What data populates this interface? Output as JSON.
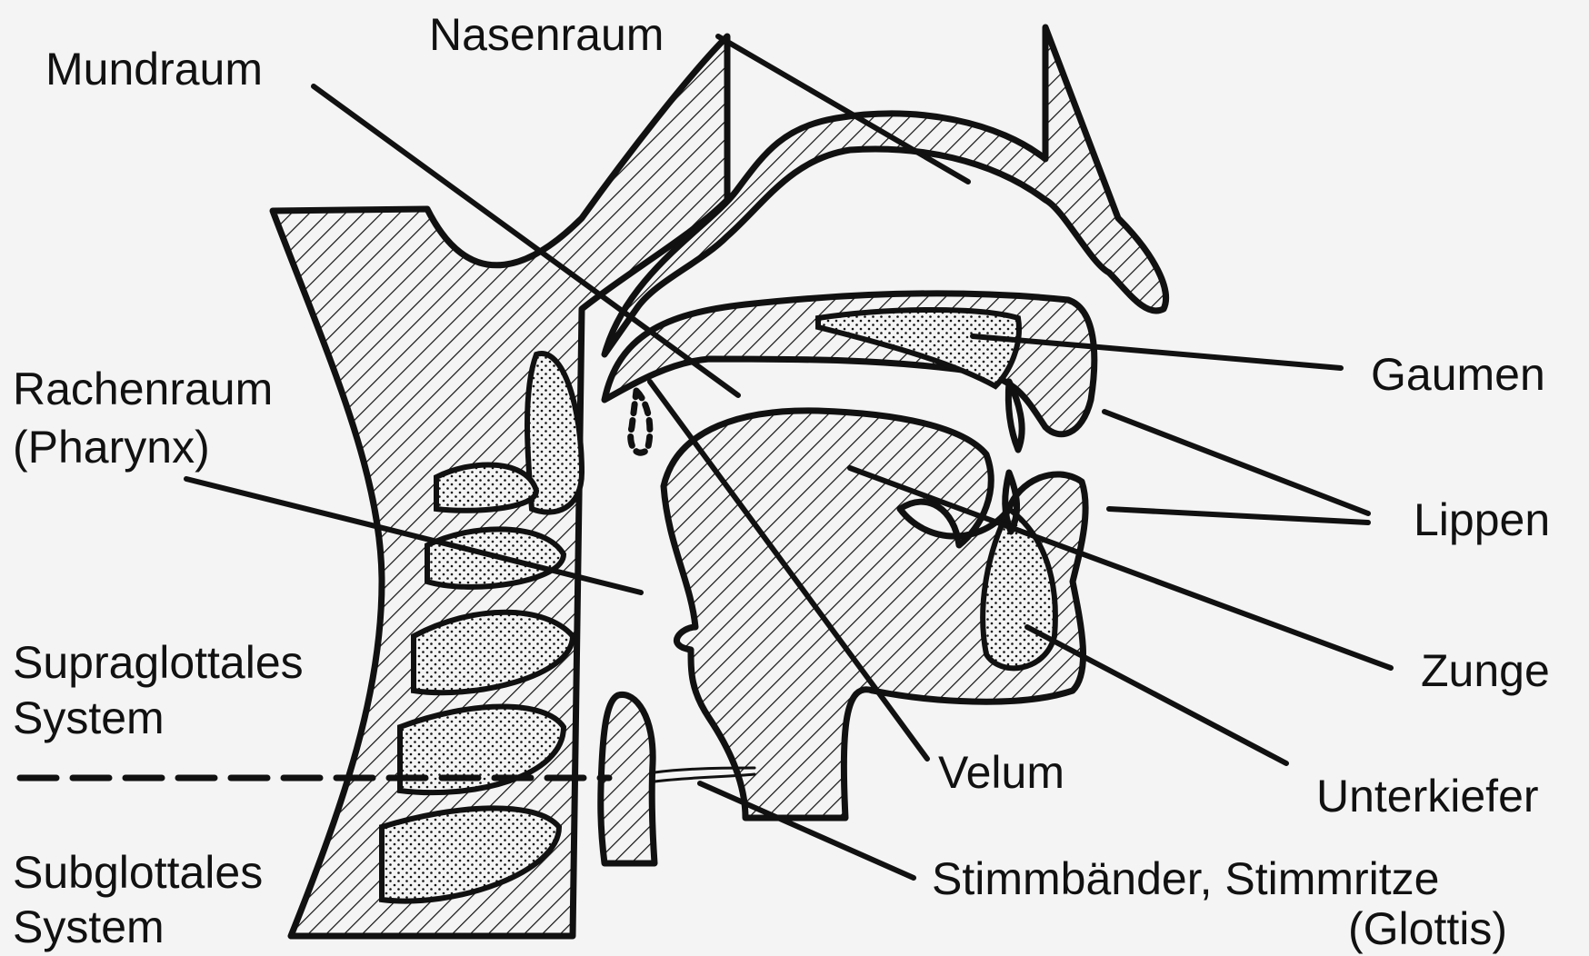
{
  "labels": {
    "nasenraum": "Nasenraum",
    "mundraum": "Mundraum",
    "rachenraum_line1": "Rachenraum",
    "rachenraum_line2": "(Pharynx)",
    "supraglottales_line1": "Supraglottales",
    "supraglottales_line2": "System",
    "subglottales_line1": "Subglottales",
    "subglottales_line2": "System",
    "gaumen": "Gaumen",
    "lippen": "Lippen",
    "zunge": "Zunge",
    "velum": "Velum",
    "unterkiefer": "Unterkiefer",
    "stimmbaender_line1": "Stimmbänder, Stimmritze",
    "stimmbaender_line2": "(Glottis)"
  },
  "colors": {
    "ink": "#111111",
    "paper": "#f4f4f4"
  }
}
